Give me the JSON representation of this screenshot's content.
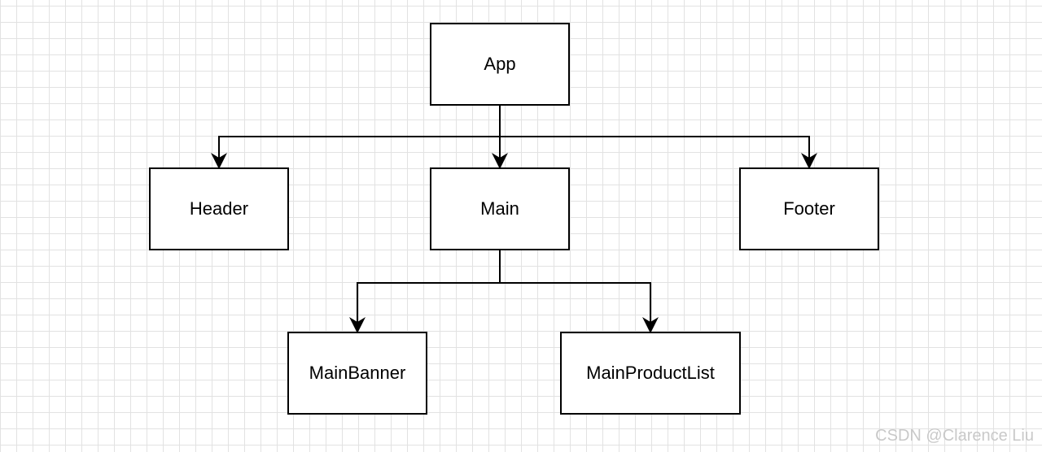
{
  "diagram": {
    "nodes": {
      "app": "App",
      "header": "Header",
      "main": "Main",
      "footer": "Footer",
      "main_banner": "MainBanner",
      "main_product_list": "MainProductList"
    },
    "edges": [
      {
        "from": "App",
        "to": "Header"
      },
      {
        "from": "App",
        "to": "Main"
      },
      {
        "from": "App",
        "to": "Footer"
      },
      {
        "from": "Main",
        "to": "MainBanner"
      },
      {
        "from": "Main",
        "to": "MainProductList"
      }
    ],
    "line_color": "#000000",
    "grid_color": "#e2e2e2"
  },
  "watermark": "CSDN @Clarence Liu"
}
